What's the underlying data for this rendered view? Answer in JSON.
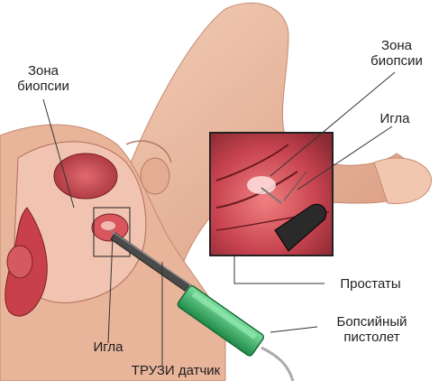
{
  "labels": {
    "biopsy_zone_left": [
      "Зона",
      "биопсии"
    ],
    "biopsy_zone_right": [
      "Зона",
      "биопсии"
    ],
    "needle_right": "Игла",
    "prostate": "Простаты",
    "biopsy_gun": [
      "Бопсийный",
      "пистолет"
    ],
    "needle_bottom": "Игла",
    "trus_probe": "ТРУЗИ датчик"
  },
  "colors": {
    "skin": "#e9b9a0",
    "skin_shadow": "#c88a72",
    "tissue": "#c8404a",
    "tissue_dark": "#8e2530",
    "probe": "#2e2e2e",
    "gun": "#3db36a",
    "leader": "#333333"
  }
}
